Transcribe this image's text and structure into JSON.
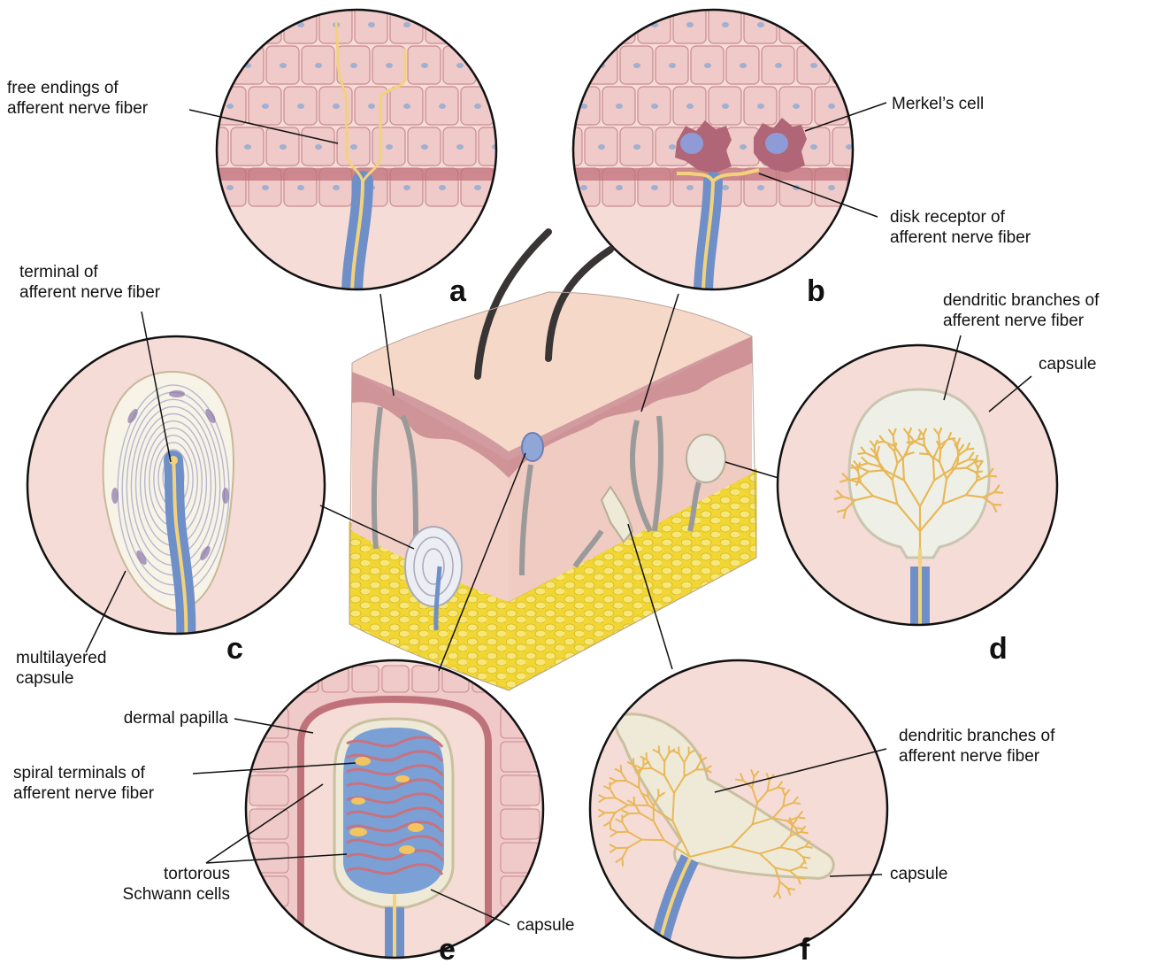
{
  "panels": {
    "a": {
      "letter": "a",
      "labels": [
        [
          "free endings of",
          "afferent nerve fiber"
        ]
      ]
    },
    "b": {
      "letter": "b",
      "labels": [
        [
          "Merkel’s cell"
        ],
        [
          "disk receptor of",
          "afferent nerve fiber"
        ]
      ]
    },
    "c": {
      "letter": "c",
      "labels": [
        [
          "terminal of",
          "afferent nerve fiber"
        ],
        [
          "multilayered",
          "capsule"
        ]
      ]
    },
    "d": {
      "letter": "d",
      "labels": [
        [
          "dendritic branches of",
          "afferent nerve fiber"
        ],
        [
          "capsule"
        ]
      ]
    },
    "e": {
      "letter": "e",
      "labels": [
        [
          "dermal papilla"
        ],
        [
          "spiral terminals of",
          "afferent nerve fiber"
        ],
        [
          "tortorous",
          "Schwann cells"
        ],
        [
          "capsule"
        ]
      ]
    },
    "f": {
      "letter": "f",
      "labels": [
        [
          "dendritic branches of",
          "afferent nerve fiber"
        ],
        [
          "capsule"
        ]
      ]
    }
  },
  "colors": {
    "skin_bg": "#f5dcd6",
    "epidermis": "#f0c9c9",
    "cell_outline": "#c98a8f",
    "nucleus": "#9fb0d0",
    "basement": "#c0727a",
    "nerve_blue": "#6f8fc9",
    "nerve_yellow": "#f2d27a",
    "capsule": "#e7e9f1",
    "fat": "#f3de3a",
    "hair": "#3a3535",
    "merkel": "#b06677"
  }
}
